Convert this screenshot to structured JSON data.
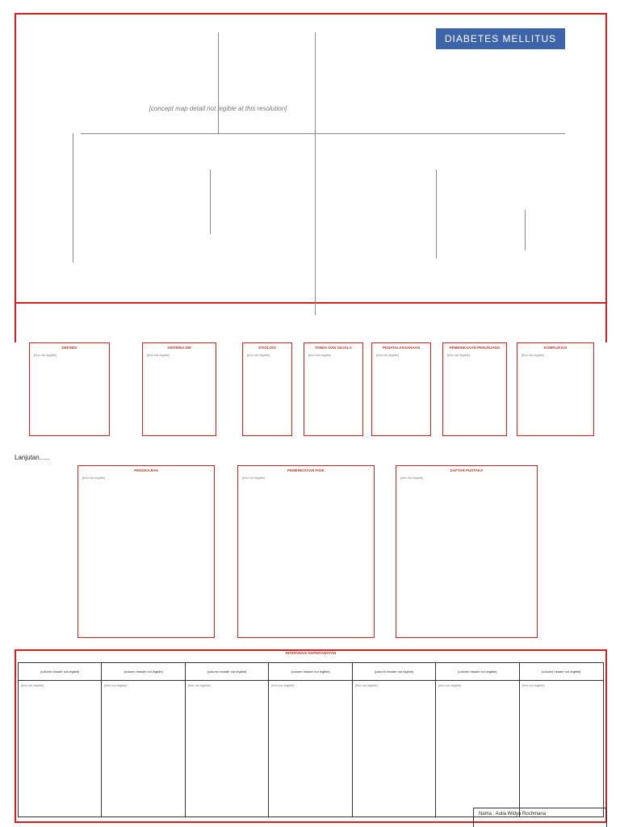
{
  "title": "DIABETES MELLITUS",
  "concept_map": {
    "placeholder": "[concept map detail not legible at this resolution]"
  },
  "sections_row1": [
    {
      "header": "DEFINISI",
      "body": "[text not legible]"
    },
    {
      "header": "KRITERIA DM",
      "body": "[text not legible]"
    },
    {
      "header": "ETIOLOGI",
      "body": "[text not legible]"
    },
    {
      "header": "TANDA DAN GEJALA",
      "body": "[text not legible]"
    },
    {
      "header": "PENATALAKSANAAN",
      "body": "[text not legible]"
    },
    {
      "header": "PEMERIKSAAN PENUNJANG",
      "body": "[text not legible]"
    },
    {
      "header": "KOMPLIKASI",
      "body": "[text not legible]"
    }
  ],
  "lanjutan_label": "Lanjutan......",
  "sections_row2": [
    {
      "header": "PENGKAJIAN",
      "body": "[text not legible]"
    },
    {
      "header": "PEMERIKSAAN FISIK",
      "body": "[text not legible]"
    },
    {
      "header": "DAFTAR PUSTAKA",
      "body": "[text not legible]"
    }
  ],
  "intervention": {
    "title": "INTERVENSI KEPERAWATAN",
    "columns": [
      "[column header not legible]",
      "[column header not legible]",
      "[column header not legible]",
      "[column header not legible]",
      "[column header not legible]",
      "[column header not legible]",
      "[column header not legible]"
    ],
    "cells": [
      "[text not legible]",
      "[text not legible]",
      "[text not legible]",
      "[text not legible]",
      "[text not legible]",
      "[text not legible]",
      "[text not legible]"
    ]
  },
  "name_line": "Nama   : Aulia Widya Rochmana"
}
